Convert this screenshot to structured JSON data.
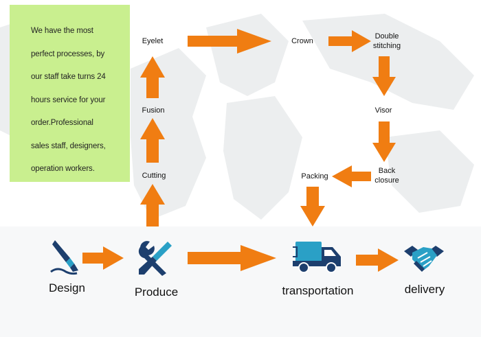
{
  "colors": {
    "note_bg": "#c9ef8f",
    "arrow": "#f07d12",
    "icon_dark": "#1d3f6e",
    "icon_teal": "#2aa0c6"
  },
  "note": {
    "lines": [
      "We have the most",
      "perfect processes, by",
      "our staff take turns 24",
      "hours service for your",
      "order.Professional",
      "sales staff, designers,",
      "operation workers."
    ]
  },
  "steps": {
    "eyelet": "Eyelet",
    "fusion": "Fusion",
    "cutting": "Cutting",
    "crown": "Crown",
    "double_stitching_1": "Double",
    "double_stitching_2": "stitching",
    "visor": "Visor",
    "back_closure_1": "Back",
    "back_closure_2": "closure",
    "packing": "Packing"
  },
  "stages": {
    "design": "Design",
    "produce": "Produce",
    "transportation": "transportation",
    "delivery": "delivery"
  },
  "icons": [
    "pen-nib-icon",
    "wrench-screwdriver-icon",
    "delivery-truck-icon",
    "handshake-icon"
  ]
}
